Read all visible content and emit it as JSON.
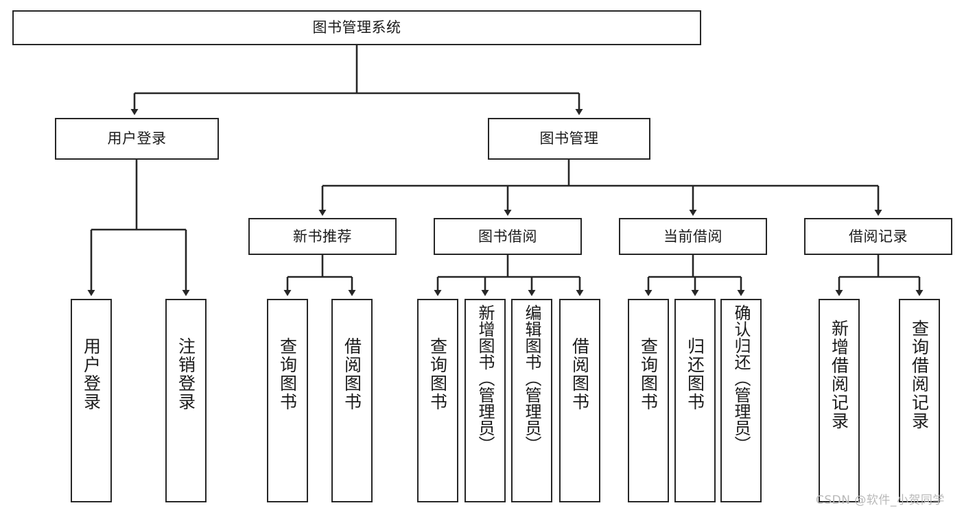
{
  "diagram": {
    "type": "tree-hierarchy",
    "title": "图书管理系统",
    "watermark": "CSDN @软件_小贺同学",
    "colors": {
      "border": "#262626",
      "background": "#ffffff",
      "text": "#1b1b1b",
      "watermark": "#b9b9b9"
    },
    "levels": {
      "root": {
        "label": "图书管理系统"
      },
      "level2": [
        {
          "label": "用户登录"
        },
        {
          "label": "图书管理"
        }
      ],
      "level3": [
        {
          "label": "新书推荐"
        },
        {
          "label": "图书借阅"
        },
        {
          "label": "当前借阅"
        },
        {
          "label": "借阅记录"
        }
      ],
      "leaves": {
        "user_login": [
          {
            "label": "用户登录"
          },
          {
            "label": "注销登录"
          }
        ],
        "new_book_recommend": [
          {
            "label": "查询图书"
          },
          {
            "label": "借阅图书"
          }
        ],
        "book_borrow": [
          {
            "label": "查询图书"
          },
          {
            "label": "新增图书（管理员）"
          },
          {
            "label": "编辑图书（管理员）"
          },
          {
            "label": "借阅图书"
          }
        ],
        "current_borrow": [
          {
            "label": "查询图书"
          },
          {
            "label": "归还图书"
          },
          {
            "label": "确认归还（管理员）"
          }
        ],
        "borrow_record": [
          {
            "label": "新增借阅记录"
          },
          {
            "label": "查询借阅记录"
          }
        ]
      }
    }
  }
}
